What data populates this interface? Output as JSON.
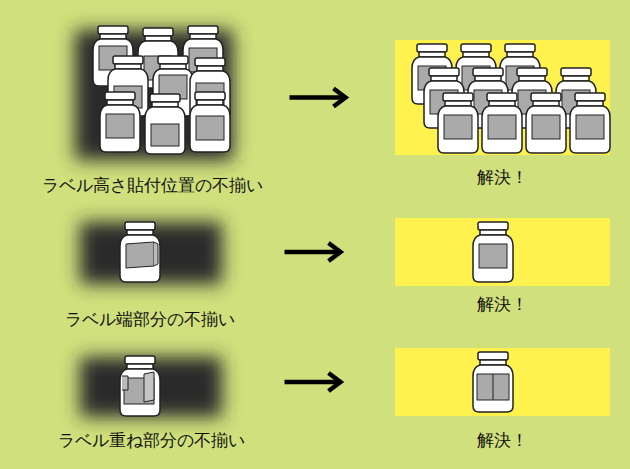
{
  "diagram": {
    "nodes": [
      {
        "text": [
          "ラベル高さ貼付位置の不揃い"
        ]
      },
      {
        "text": [
          "解決！"
        ]
      },
      {
        "text": [
          "ラベル端部分の不揃い"
        ]
      },
      {
        "text": [
          "解決！"
        ]
      },
      {
        "text": [
          "ラベル重ね部分の不揃い"
        ]
      },
      {
        "text": [
          "解決！"
        ]
      }
    ],
    "edges": [
      {
        "from": 0,
        "to": 1,
        "arrow": "to"
      },
      {
        "from": 2,
        "to": 3,
        "arrow": "to"
      },
      {
        "from": 4,
        "to": 5,
        "arrow": "to"
      }
    ]
  }
}
